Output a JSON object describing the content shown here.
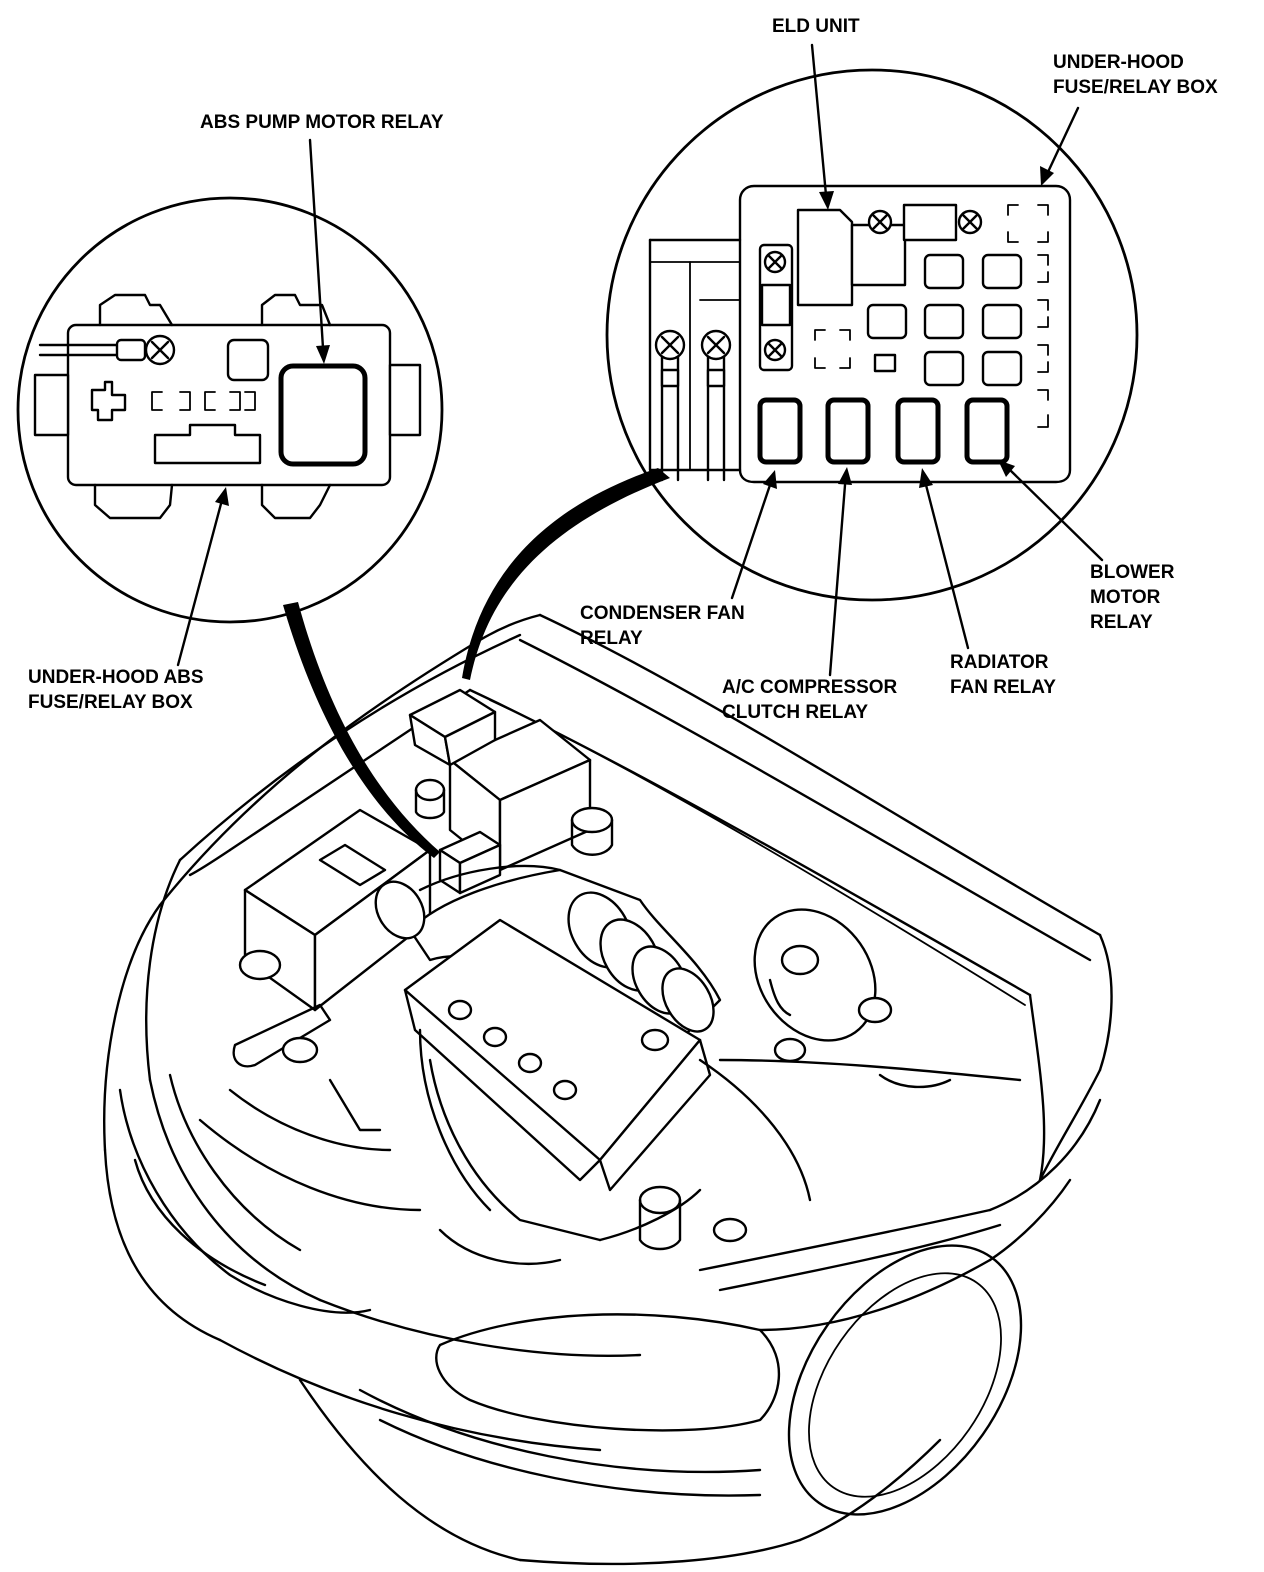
{
  "labels": {
    "eld_unit": [
      "ELD UNIT"
    ],
    "under_hood_box": [
      "UNDER-HOOD",
      "FUSE/RELAY BOX"
    ],
    "abs_pump_motor_relay": [
      "ABS PUMP MOTOR RELAY"
    ],
    "under_hood_abs_box": [
      "UNDER-HOOD ABS",
      "FUSE/RELAY BOX"
    ],
    "condenser_fan_relay": [
      "CONDENSER FAN",
      "RELAY"
    ],
    "ac_compressor_clutch_relay": [
      "A/C COMPRESSOR",
      "CLUTCH RELAY"
    ],
    "radiator_fan_relay": [
      "RADIATOR",
      "FAN RELAY"
    ],
    "blower_motor_relay": [
      "BLOWER",
      "MOTOR",
      "RELAY"
    ]
  }
}
